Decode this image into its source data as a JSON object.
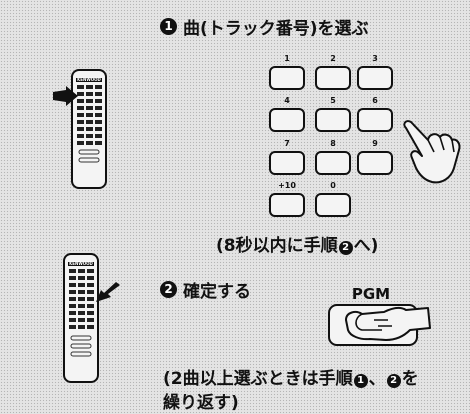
{
  "step1": {
    "marker": "1",
    "title": "曲(トラック番号)を選ぶ",
    "keypad": {
      "keys": [
        "1",
        "2",
        "3",
        "4",
        "5",
        "6",
        "7",
        "8",
        "9",
        "+10",
        "0"
      ]
    },
    "note_start": "(8秒以内に手順",
    "note_marker": "2",
    "note_end": "へ)"
  },
  "step2": {
    "marker": "2",
    "title": "確定する",
    "button_label": "PGM",
    "note_line1_start": "(2曲以上選ぶときは手順",
    "note_marker_a": "1",
    "note_sep": "、",
    "note_marker_b": "2",
    "note_line1_end": "を",
    "note_line2": "繰り返す)"
  },
  "remote_brand": "KENWOOD"
}
